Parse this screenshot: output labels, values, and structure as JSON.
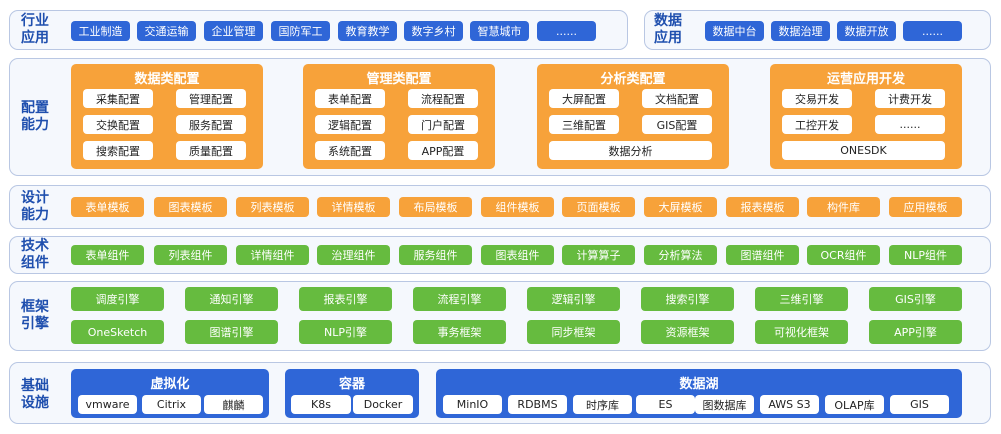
{
  "rows": {
    "industry": {
      "title": "行业应用",
      "items": [
        "工业制造",
        "交通运输",
        "企业管理",
        "国防军工",
        "教育教学",
        "数字乡村",
        "智慧城市",
        "......"
      ]
    },
    "data_app": {
      "title": "数据应用",
      "items": [
        "数据中台",
        "数据治理",
        "数据开放",
        "......"
      ]
    },
    "config": {
      "title": "配置能力",
      "groups": [
        {
          "title": "数据类配置",
          "items": [
            "采集配置",
            "管理配置",
            "交换配置",
            "服务配置",
            "搜索配置",
            "质量配置"
          ]
        },
        {
          "title": "管理类配置",
          "items": [
            "表单配置",
            "流程配置",
            "逻辑配置",
            "门户配置",
            "系统配置",
            "APP配置"
          ]
        },
        {
          "title": "分析类配置",
          "items": [
            "大屏配置",
            "文档配置",
            "三维配置",
            "GIS配置"
          ],
          "wide": "数据分析"
        },
        {
          "title": "运营应用开发",
          "items": [
            "交易开发",
            "计费开发",
            "工控开发",
            "......"
          ],
          "wide": "ONESDK"
        }
      ]
    },
    "design": {
      "title": "设计能力",
      "items": [
        "表单模板",
        "图表模板",
        "列表模板",
        "详情模板",
        "布局模板",
        "组件模板",
        "页面模板",
        "大屏模板",
        "报表模板",
        "构件库",
        "应用模板"
      ]
    },
    "tech": {
      "title": "技术组件",
      "items": [
        "表单组件",
        "列表组件",
        "详情组件",
        "治理组件",
        "服务组件",
        "图表组件",
        "计算算子",
        "分析算法",
        "图谱组件",
        "OCR组件",
        "NLP组件"
      ]
    },
    "framework": {
      "title": "框架引擎",
      "row1": [
        "调度引擎",
        "通知引擎",
        "报表引擎",
        "流程引擎",
        "逻辑引擎",
        "搜索引擎",
        "三维引擎",
        "GIS引擎"
      ],
      "row2": [
        "OneSketch",
        "图谱引擎",
        "NLP引擎",
        "事务框架",
        "同步框架",
        "资源框架",
        "可视化框架",
        "APP引擎"
      ]
    },
    "base": {
      "title": "基础设施",
      "groups": [
        {
          "title": "虚拟化",
          "items": [
            "vmware",
            "Citrix",
            "麒麟"
          ]
        },
        {
          "title": "容器",
          "items": [
            "K8s",
            "Docker"
          ]
        },
        {
          "title": "数据湖",
          "items": [
            "MinIO",
            "RDBMS",
            "时序库",
            "ES",
            "图数据库",
            "AWS S3",
            "OLAP库",
            "GIS"
          ]
        }
      ]
    }
  },
  "colors": {
    "blue": "#2f66d7",
    "orange": "#f7a23a",
    "green": "#66bb3f",
    "title": "#1f4fae",
    "panel_border": "#b9c7e3"
  }
}
